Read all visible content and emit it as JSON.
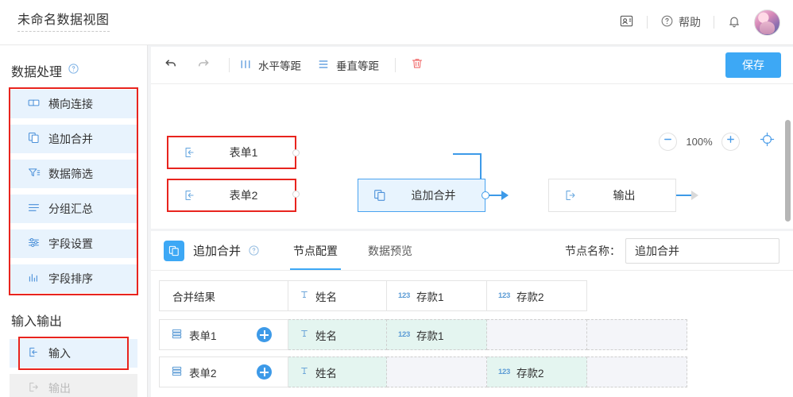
{
  "header": {
    "doc_title": "未命名数据视图",
    "contacts_icon": "contact-card-icon",
    "help_label": "帮助",
    "help_icon": "question-circle-icon",
    "bell_icon": "bell-icon",
    "avatar": "user-avatar"
  },
  "sidebar": {
    "section1": {
      "title": "数据处理",
      "help_icon": "question-circle-icon"
    },
    "items1": [
      {
        "label": "横向连接",
        "icon": "horizontal-join-icon"
      },
      {
        "label": "追加合并",
        "icon": "append-merge-icon"
      },
      {
        "label": "数据筛选",
        "icon": "filter-icon"
      },
      {
        "label": "分组汇总",
        "icon": "group-summary-icon"
      },
      {
        "label": "字段设置",
        "icon": "field-settings-icon"
      },
      {
        "label": "字段排序",
        "icon": "field-sort-icon"
      }
    ],
    "section2": {
      "title": "输入输出"
    },
    "items2": [
      {
        "label": "输入",
        "icon": "input-icon",
        "state": "active"
      },
      {
        "label": "输出",
        "icon": "output-icon",
        "state": "disabled"
      }
    ]
  },
  "toolbar": {
    "undo_icon": "undo-arrow-icon",
    "redo_icon": "redo-arrow-icon",
    "h_distribute_label": "水平等距",
    "h_distribute_icon": "horizontal-distribute-icon",
    "v_distribute_label": "垂直等距",
    "v_distribute_icon": "vertical-distribute-icon",
    "delete_icon": "trash-icon",
    "save_label": "保存",
    "save_color": "#3da8f5"
  },
  "canvas": {
    "zoom": {
      "minus": "minus-icon",
      "value": "100%",
      "plus": "plus-icon",
      "recenter_icon": "crosshair-target-icon"
    },
    "nodes": [
      {
        "label": "表单1",
        "icon": "input-icon",
        "style": "red-outline"
      },
      {
        "label": "表单2",
        "icon": "input-icon",
        "style": "red-outline"
      },
      {
        "label": "追加合并",
        "icon": "append-merge-icon",
        "style": "selected"
      },
      {
        "label": "输出",
        "icon": "output-icon",
        "style": "plain"
      }
    ]
  },
  "panel": {
    "badge_icon": "append-merge-icon",
    "title": "追加合并",
    "help_icon": "question-circle-icon",
    "tabs": [
      {
        "label": "节点配置",
        "active": true
      },
      {
        "label": "数据预览",
        "active": false
      }
    ],
    "node_name_label": "节点名称：",
    "node_name_value": "追加合并"
  },
  "mapping_table": {
    "header": [
      {
        "label": "合并结果",
        "icon": ""
      },
      {
        "label": "姓名",
        "icon": "text-type-icon"
      },
      {
        "label": "存款1",
        "icon": "number-type-icon"
      },
      {
        "label": "存款2",
        "icon": "number-type-icon"
      }
    ],
    "rows": [
      {
        "source": "表单1",
        "source_icon": "table-rows-icon",
        "add_icon": "plus-circle-icon",
        "cells": [
          {
            "label": "姓名",
            "icon": "text-type-icon",
            "filled": true
          },
          {
            "label": "存款1",
            "icon": "number-type-icon",
            "filled": true
          },
          {
            "label": "",
            "icon": "",
            "filled": false
          },
          {
            "label": "",
            "icon": "",
            "filled": false
          }
        ]
      },
      {
        "source": "表单2",
        "source_icon": "table-rows-icon",
        "add_icon": "plus-circle-icon",
        "cells": [
          {
            "label": "姓名",
            "icon": "text-type-icon",
            "filled": true
          },
          {
            "label": "",
            "icon": "",
            "filled": false
          },
          {
            "label": "存款2",
            "icon": "number-type-icon",
            "filled": true
          },
          {
            "label": "",
            "icon": "",
            "filled": false
          }
        ]
      }
    ]
  }
}
